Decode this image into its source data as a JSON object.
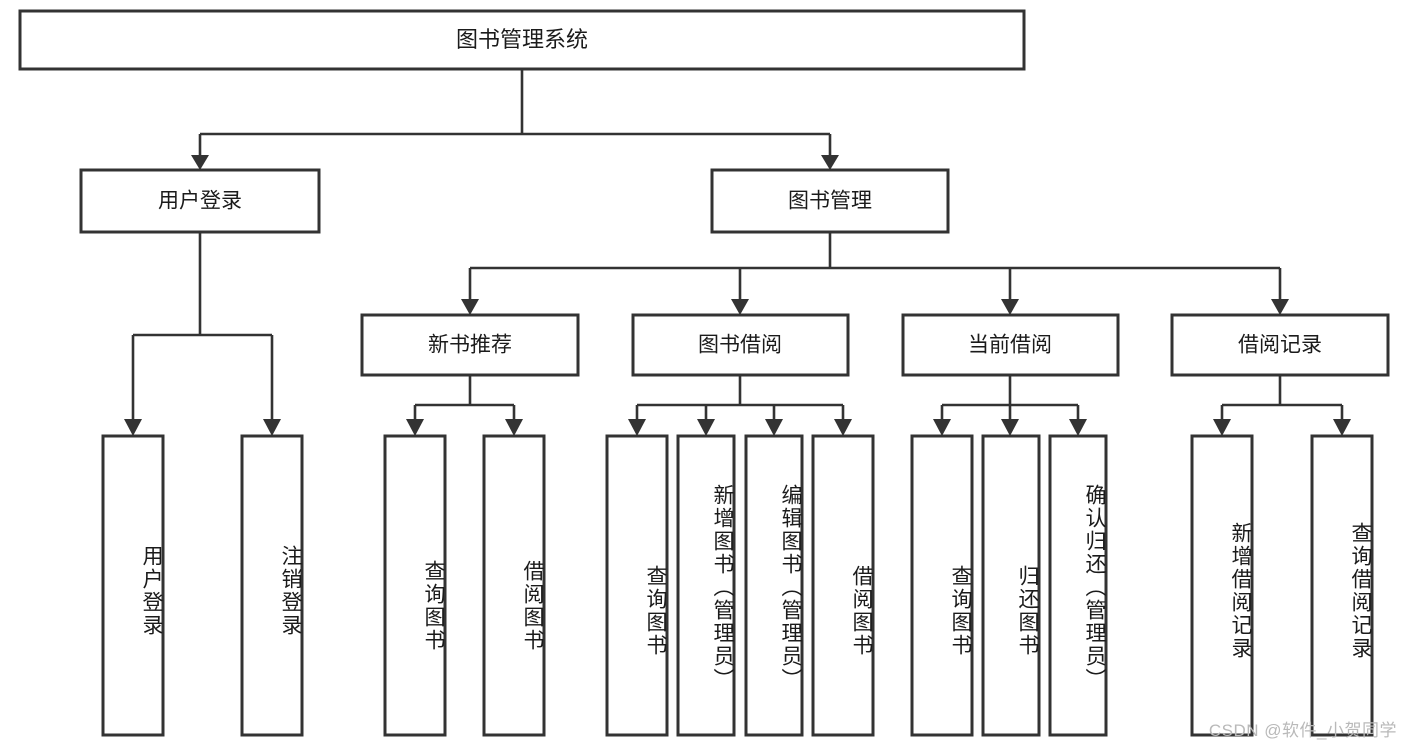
{
  "diagram": {
    "type": "tree",
    "title": "图书管理系统",
    "orientation": "top-down",
    "colors": {
      "box_stroke": "#333333",
      "box_fill": "#ffffff",
      "connector": "#333333",
      "text": "#1b1b1b",
      "watermark": "#b9b9b9",
      "background": "#ffffff"
    },
    "root": {
      "label": "图书管理系统"
    },
    "level2": [
      {
        "label": "用户登录"
      },
      {
        "label": "图书管理"
      }
    ],
    "level3": [
      {
        "label": "新书推荐"
      },
      {
        "label": "图书借阅"
      },
      {
        "label": "当前借阅"
      },
      {
        "label": "借阅记录"
      }
    ],
    "leaves": {
      "user_login": [
        {
          "label": "用户登录"
        },
        {
          "label": "注销登录"
        }
      ],
      "new_book_recommend": [
        {
          "label": "查询图书"
        },
        {
          "label": "借阅图书"
        }
      ],
      "book_borrow": [
        {
          "label": "查询图书"
        },
        {
          "label": "新增图书（管理员）"
        },
        {
          "label": "编辑图书（管理员）"
        },
        {
          "label": "借阅图书"
        }
      ],
      "current_borrow": [
        {
          "label": "查询图书"
        },
        {
          "label": "归还图书"
        },
        {
          "label": "确认归还（管理员）"
        }
      ],
      "borrow_record": [
        {
          "label": "新增借阅记录"
        },
        {
          "label": "查询借阅记录"
        }
      ]
    },
    "watermark": "CSDN @软件_小贺同学"
  }
}
